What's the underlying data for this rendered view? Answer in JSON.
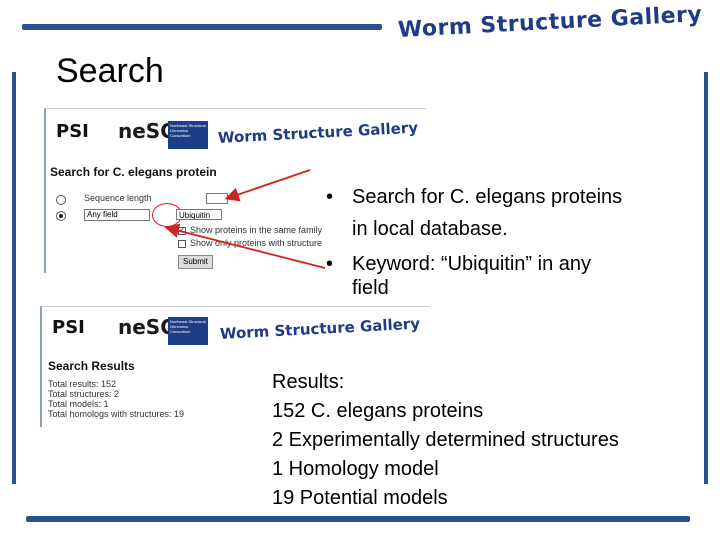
{
  "slide": {
    "title": "Search",
    "brand": "Worm Structure Gallery",
    "bullets": [
      {
        "line1": "Search for C. elegans proteins",
        "line2": "in local database."
      },
      {
        "line1": "Keyword: “Ubiquitin” in any",
        "line2": "field"
      }
    ],
    "results": [
      "Results:",
      "152 C. elegans proteins",
      "2 Experimentally determined structures",
      "1 Homology model",
      "19 Potential models"
    ]
  },
  "search_panel": {
    "logo_psi": "PSI",
    "logo_nesg": "neSG",
    "consortium": "Northeast Structural Genomics Consortium",
    "brand": "Worm Structure Gallery",
    "heading": "Search for C. elegans protein",
    "option_length_label": "Sequence length",
    "field_select_value": "Any field",
    "keyword_value": "Ubiquitin",
    "check_same_family": "Show proteins in the same family",
    "check_structure": "Show only proteins with structure",
    "submit_label": "Submit"
  },
  "results_panel": {
    "logo_psi": "PSI",
    "logo_nesg": "neSG",
    "consortium": "Northeast Structural Genomics Consortium",
    "brand": "Worm Structure Gallery",
    "heading": "Search Results",
    "lines": [
      "Total results: 152",
      "Total structures: 2",
      "Total models: 1",
      "Total homologs with structures: 19"
    ]
  },
  "colors": {
    "frame": "#2b4f8f",
    "brand": "#1f3a86",
    "arrow": "#d22222"
  },
  "icons": [
    "bullet-icon",
    "arrow-icon",
    "radio-icon",
    "checkbox-icon"
  ]
}
